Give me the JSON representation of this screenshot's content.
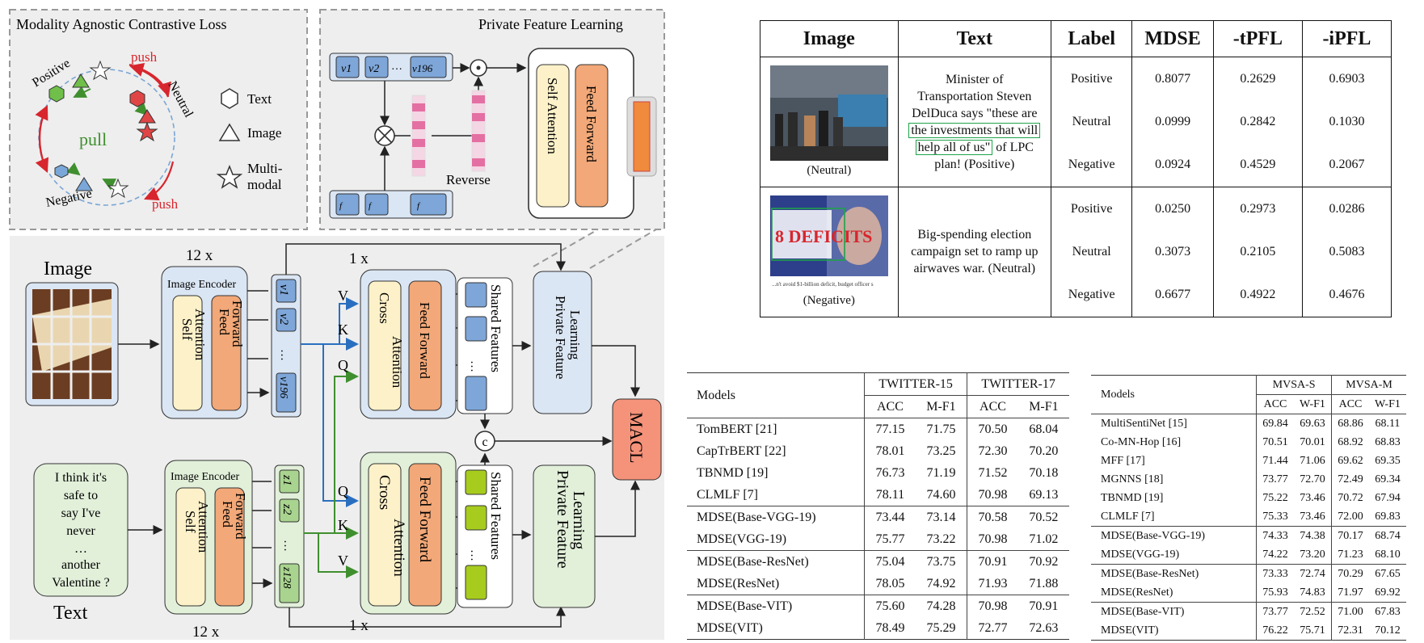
{
  "diagram": {
    "macl_title": "Modality Agnostic Contrastive Loss",
    "pfl_title": "Private Feature Learning",
    "legend_text": "Text",
    "legend_image": "Image",
    "legend_multi_1": "Multi-",
    "legend_multi_2": "modal",
    "positive": "Positive",
    "neutral": "Neutral",
    "negative": "Negative",
    "pull": "pull",
    "push": "push",
    "reverse": "Reverse",
    "self_attention": "Self Attention",
    "self": "Self",
    "attention": "Attention",
    "feed_forward": "Feed Forward",
    "feed": "Feed",
    "forward": "Forward",
    "cross": "Cross",
    "image_label": "Image",
    "text_label": "Text",
    "image_encoder": "Image Encoder",
    "text_encoder": "Image Encoder",
    "repeat_12x": "12 x",
    "repeat_1x": "1 x",
    "shared_features": "Shared Features",
    "private_1": "Private Feature",
    "private_2": "Learning",
    "macl": "MACL",
    "v": "V",
    "k": "K",
    "q": "Q",
    "concat": "c",
    "v1": "v1",
    "v2": "v2",
    "v196": "v196",
    "z1": "z1",
    "z2": "z2",
    "z128": "z128",
    "dots": "…",
    "text_input": [
      "I think it's",
      "safe to",
      "say I've",
      "never",
      "…",
      "another",
      "Valentine ?"
    ]
  },
  "example_table": {
    "headers": [
      "Image",
      "Text",
      "Label",
      "MDSE",
      "-tPFL",
      "-iPFL"
    ],
    "rows": [
      {
        "image_caption": "(Neutral)",
        "text_parts": [
          "Minister of",
          "Transportation Steven",
          "DelDuca says \"these are",
          "the investments that will",
          "help all of us\"",
          " of LPC",
          "plan! (Positive)"
        ],
        "labels": [
          "Positive",
          "Neutral",
          "Negative"
        ],
        "mdse": [
          "0.8077",
          "0.0999",
          "0.0924"
        ],
        "tpfl": [
          "0.2629",
          "0.2842",
          "0.4529"
        ],
        "ipfl": [
          "0.6903",
          "0.1030",
          "0.2067"
        ]
      },
      {
        "image_caption": "(Negative)",
        "image_overlay": "8 DEFICITS",
        "image_strip": "...n't avoid $1-billion deficit, budget officer s",
        "text_parts": [
          "Big-spending election",
          "campaign set to ramp up",
          "airwaves war.  (Neutral)"
        ],
        "labels": [
          "Positive",
          "Neutral",
          "Negative"
        ],
        "mdse": [
          "0.0250",
          "0.3073",
          "0.6677"
        ],
        "tpfl": [
          "0.2973",
          "0.2105",
          "0.4922"
        ],
        "ipfl": [
          "0.0286",
          "0.5083",
          "0.4676"
        ]
      }
    ]
  },
  "twitter_table": {
    "models_header": "Models",
    "dataset_1": "TWITTER-15",
    "dataset_2": "TWITTER-17",
    "metric_1": "ACC",
    "metric_2": "M-F1",
    "rows": [
      [
        "TomBERT [21]",
        "77.15",
        "71.75",
        "70.50",
        "68.04"
      ],
      [
        "CapTrBERT [22]",
        "78.01",
        "73.25",
        "72.30",
        "70.20"
      ],
      [
        "TBNMD [19]",
        "76.73",
        "71.19",
        "71.52",
        "70.18"
      ],
      [
        "CLMLF [7]",
        "78.11",
        "74.60",
        "70.98",
        "69.13"
      ],
      [
        "MDSE(Base-VGG-19)",
        "73.44",
        "73.14",
        "70.58",
        "70.52"
      ],
      [
        "MDSE(VGG-19)",
        "75.77",
        "73.22",
        "70.98",
        "71.02"
      ],
      [
        "MDSE(Base-ResNet)",
        "75.04",
        "73.75",
        "70.91",
        "70.92"
      ],
      [
        "MDSE(ResNet)",
        "78.05",
        "74.92",
        "71.93",
        "71.88"
      ],
      [
        "MDSE(Base-VIT)",
        "75.60",
        "74.28",
        "70.98",
        "70.91"
      ],
      [
        "MDSE(VIT)",
        "78.49",
        "75.29",
        "72.77",
        "72.63"
      ]
    ]
  },
  "mvsa_table": {
    "models_header": "Models",
    "dataset_1": "MVSA-S",
    "dataset_2": "MVSA-M",
    "metric_1": "ACC",
    "metric_2": "W-F1",
    "rows": [
      [
        "MultiSentiNet [15]",
        "69.84",
        "69.63",
        "68.86",
        "68.11"
      ],
      [
        "Co-MN-Hop [16]",
        "70.51",
        "70.01",
        "68.92",
        "68.83"
      ],
      [
        "MFF [17]",
        "71.44",
        "71.06",
        "69.62",
        "69.35"
      ],
      [
        "MGNNS [18]",
        "73.77",
        "72.70",
        "72.49",
        "69.34"
      ],
      [
        "TBNMD [19]",
        "75.22",
        "73.46",
        "70.72",
        "67.94"
      ],
      [
        "CLMLF [7]",
        "75.33",
        "73.46",
        "72.00",
        "69.83"
      ],
      [
        "MDSE(Base-VGG-19)",
        "74.33",
        "74.38",
        "70.17",
        "68.74"
      ],
      [
        "MDSE(VGG-19)",
        "74.22",
        "73.20",
        "71.23",
        "68.10"
      ],
      [
        "MDSE(Base-ResNet)",
        "73.33",
        "72.74",
        "70.29",
        "67.65"
      ],
      [
        "MDSE(ResNet)",
        "75.93",
        "74.83",
        "71.97",
        "69.92"
      ],
      [
        "MDSE(Base-VIT)",
        "73.77",
        "72.52",
        "71.00",
        "67.83"
      ],
      [
        "MDSE(VIT)",
        "76.22",
        "75.71",
        "72.31",
        "70.12"
      ]
    ]
  },
  "colors": {
    "blue_box": "#dbe6f4",
    "green_box": "#e2f0da",
    "yellow": "#fdf1c9",
    "orange": "#f2a878",
    "macl_red": "#f4927a",
    "pink": "#e46fa2",
    "panel_gray": "#eeeeee"
  }
}
